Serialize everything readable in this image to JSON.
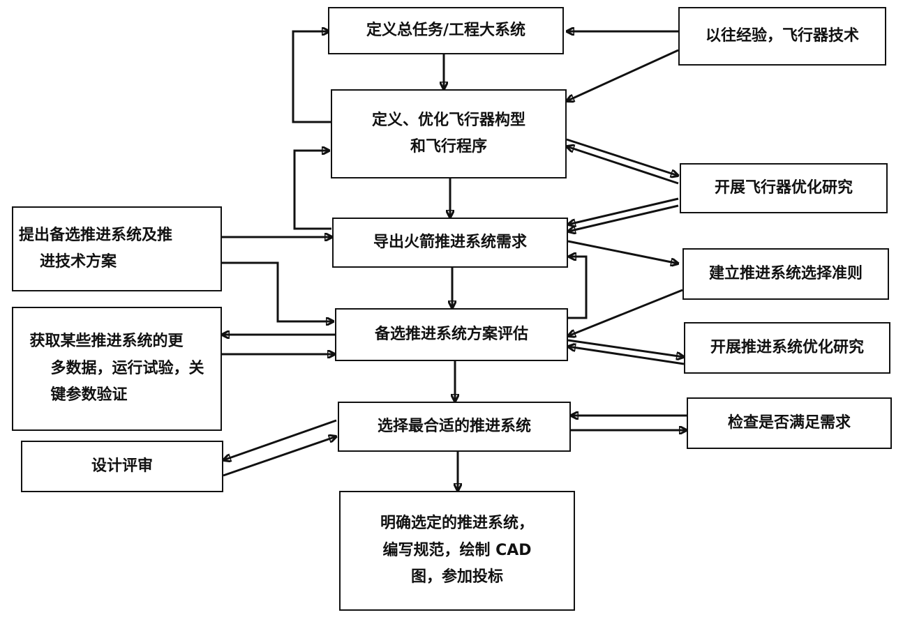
{
  "nodes": {
    "define_mission": {
      "label": "定义总任务/工程大系统"
    },
    "experience": {
      "label": "以往经验，飞行器技术"
    },
    "define_vehicle": {
      "lines": [
        "定义、优化飞行器构型",
        "和飞行程序"
      ]
    },
    "vehicle_opt_study": {
      "label": "开展飞行器优化研究"
    },
    "propose_alternatives": {
      "lines": [
        "提出备选推进系统及推",
        "进技术方案"
      ]
    },
    "derive_requirements": {
      "label": "导出火箭推进系统需求"
    },
    "selection_criteria": {
      "label": "建立推进系统选择准则"
    },
    "more_data": {
      "lines": [
        "获取某些推进系统的更",
        "多数据，运行试验，关",
        "键参数验证"
      ]
    },
    "evaluate_alternatives": {
      "label": "备选推进系统方案评估"
    },
    "propulsion_opt_study": {
      "label": "开展推进系统优化研究"
    },
    "select_best": {
      "label": "选择最合适的推进系统"
    },
    "check_requirements": {
      "label": "检查是否满足需求"
    },
    "design_review": {
      "label": "设计评审"
    },
    "final_output": {
      "lines": [
        "明确选定的推进系统，",
        "编写规范，绘制 CAD",
        "图，参加投标"
      ]
    }
  }
}
